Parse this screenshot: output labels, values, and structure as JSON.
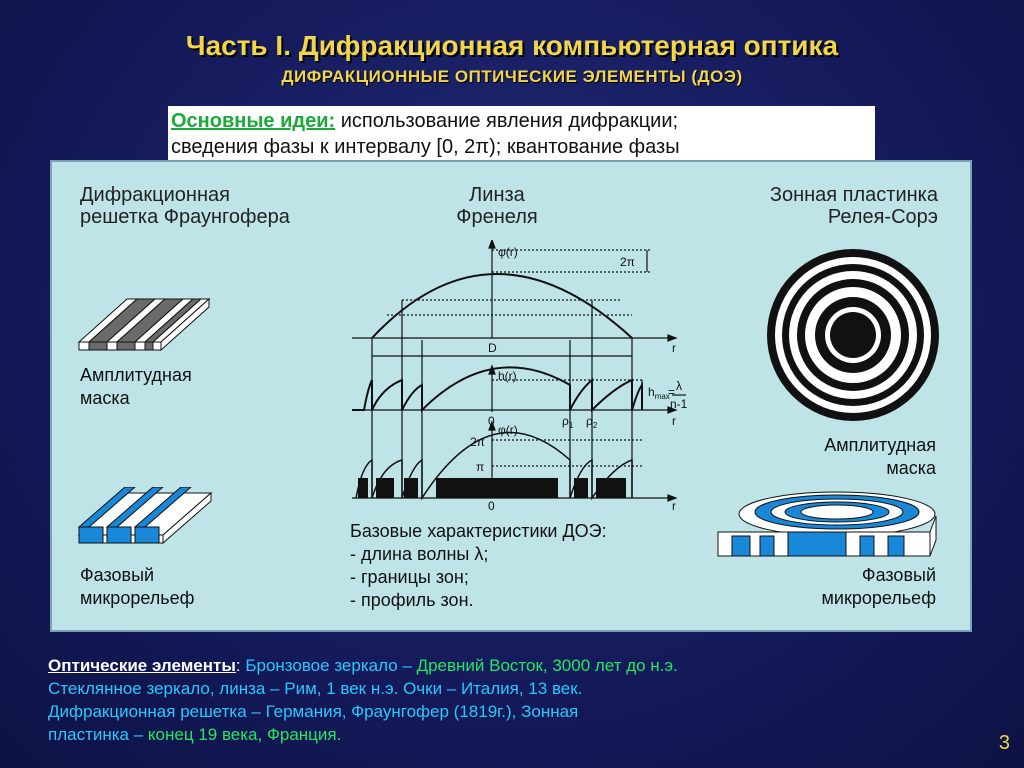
{
  "title": "Часть I.  Дифракционная компьютерная оптика",
  "subtitle": "ДИФРАКЦИОННЫЕ  ОПТИЧЕСКИЕ  ЭЛЕМЕНТЫ  (ДОЭ)",
  "ideas": {
    "label": "Основные идеи:",
    "line1": " использование явления дифракции;",
    "line2": "сведения фазы к интервалу [0, 2π); квантование фазы"
  },
  "panel": {
    "left_title_1": "Дифракционная",
    "left_title_2": "решетка Фраунгофера",
    "center_title_1": "Линза",
    "center_title_2": "Френеля",
    "right_title_1": "Зонная пластинка",
    "right_title_2": "Релея-Сорэ",
    "left_amp_1": "Амплитудная",
    "left_amp_2": "маска",
    "left_phase_1": "Фазовый",
    "left_phase_2": "микрорельеф",
    "right_amp_1": "Амплитудная",
    "right_amp_2": "маска",
    "right_phase_1": "Фазовый",
    "right_phase_2": "микрорельеф",
    "base_title": "Базовые характеристики ДОЭ:",
    "base_item_1": "- длина волны λ;",
    "base_item_2": "- границы зон;",
    "base_item_3": "- профиль зон."
  },
  "graph": {
    "phi": "φ(r)",
    "two_pi": "2π",
    "D": "D",
    "r": "r",
    "h": "h(r)",
    "h_max": "h",
    "h_max_sub": "max",
    "equals": "=",
    "lambda": "λ",
    "n_minus_1": "n-1",
    "zero": "0",
    "rho": "ρ",
    "rho1_sub": "1",
    "rho2_sub": "2",
    "pi": "π"
  },
  "bottom": {
    "key": "Оптические элементы",
    "colon": ":",
    "p1": " Бронзовое зеркало – ",
    "p2": " Древний Восток, 3000 лет до н.э.",
    "p3": "Стеклянное зеркало, линза – Рим, 1 век н.э.     Очки – Италия, 13 век.",
    "p4": "Дифракционная решетка – Германия, Фраунгофер (1819г.),     Зонная",
    "p5": "пластинка – ",
    "p6": "конец 19 века, Франция."
  },
  "page_number": "3",
  "colors": {
    "title": "#f2d64a",
    "panel_bg": "#bfe4e8",
    "phase_blue": "#1a88d8",
    "mask_gray": "#6a6a6a",
    "ideas_highlight": "#1aaa3a"
  }
}
